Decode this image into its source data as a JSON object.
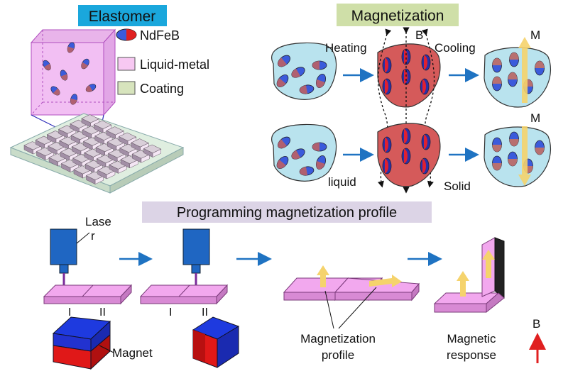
{
  "panels": {
    "elastomer": {
      "title": "Elastomer",
      "title_bg": "#1aa7dc",
      "legend": [
        {
          "label": "NdFeB",
          "icon": "ndfeb-particle"
        },
        {
          "label": "Liquid-metal",
          "icon": "liquid-metal-swatch",
          "color": "#f7c8f2"
        },
        {
          "label": "Coating",
          "icon": "coating-swatch",
          "color": "#d7e4bd"
        }
      ]
    },
    "magnetization": {
      "title": "Magnetization",
      "title_bg": "#cfdfa8",
      "field_label": "B",
      "heating_label": "Heating",
      "cooling_label": "Cooling",
      "liquid_label": "liquid",
      "solid_label": "Solid",
      "moment_label_top": "M",
      "moment_label_bottom": "M"
    },
    "programming": {
      "title": "Programming magnetization profile",
      "title_bg": "#dcd4e6",
      "laser_label_1": "Lase",
      "laser_label_2": "r",
      "segment_1": "I",
      "segment_2": "II",
      "segment_1b": "I",
      "segment_2b": "II",
      "magnet_label": "Magnet",
      "profile_label_1": "Magnetization",
      "profile_label_2": "profile",
      "response_label_1": "Magnetic",
      "response_label_2": "response",
      "field_label": "B"
    }
  },
  "colors": {
    "arrow_blue": "#1f73c2",
    "particle_blue": "#3b5bdb",
    "particle_red": "#d0393a",
    "cold_blob": "#b9e3ee",
    "hot_blob": "#d55a5a",
    "laser": "#1f66c2",
    "slab_pink": "#f2a8ee",
    "moment_yellow": "#f5d36c",
    "field_red": "#e02020"
  }
}
